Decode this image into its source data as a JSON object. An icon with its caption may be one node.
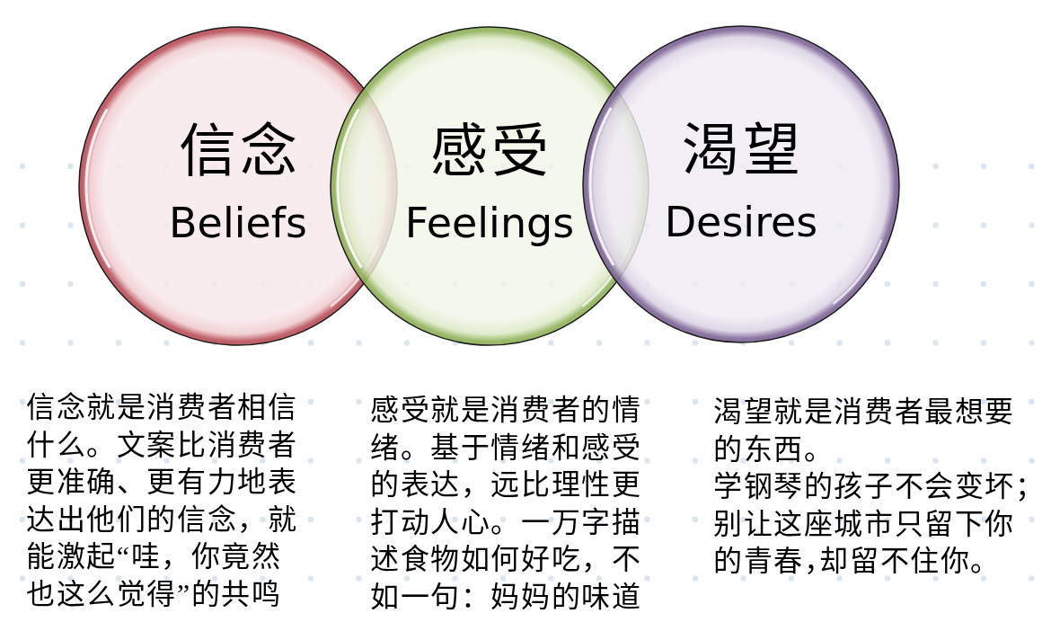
{
  "diagram": {
    "nodes": [
      {
        "text": [
          "信念",
          "Beliefs"
        ],
        "beside": [
          "信念就是消费者相信什么。文案比消费者更准确、更有力地表达出他们的信念，就能激起“哇，你竟然也这么觉得”的共鸣"
        ]
      },
      {
        "text": [
          "感受",
          "Feelings"
        ],
        "beside": [
          "感受就是消费者的情绪。基于情绪和感受的表达，远比理性更打动人心。一万字描述食物如何好吃，不如一句：妈妈的味道"
        ]
      },
      {
        "text": [
          "渴望",
          "Desires"
        ],
        "beside": [
          "渴望就是消费者最想要的东西。",
          "学钢琴的孩子不会变坏；别让这座城市只留下你的青春，却留不住你。"
        ]
      }
    ]
  }
}
